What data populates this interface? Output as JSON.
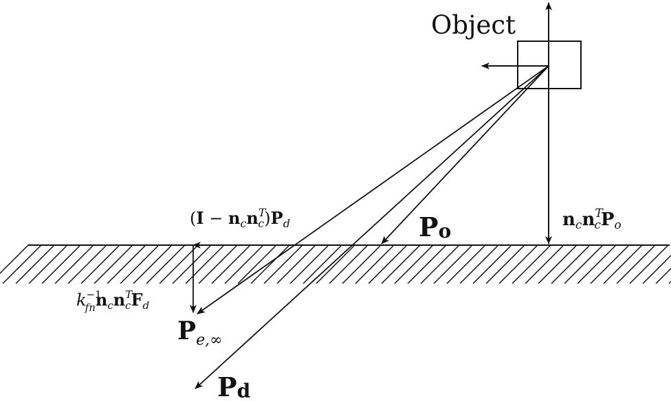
{
  "object_label": "Object",
  "labels": {
    "P_o": {
      "main": "P",
      "sub": "o"
    },
    "P_d": {
      "main": "P",
      "sub": "d"
    },
    "P_e_inf": {
      "main": "P",
      "sub": "e,∞"
    },
    "normal_projection": {
      "n1": "n",
      "s1": "c",
      "n2": "n",
      "s2": "c",
      "sup": "T",
      "p": "P",
      "s3": "o"
    },
    "tangential_projection": {
      "open": "(",
      "I": "I",
      "minus": " − ",
      "n1": "n",
      "s1": "c",
      "n2": "n",
      "s2": "c",
      "sup": "T",
      "close": ")",
      "p": "P",
      "s3": "d"
    },
    "force_term": {
      "k": "k",
      "ksub": "fn",
      "ksup": "−1",
      "n1": "n",
      "s1": "c",
      "n2": "n",
      "s2": "c",
      "sup": "T",
      "f": "F",
      "s3": "d"
    }
  },
  "colors": {
    "line": "#111111",
    "background": "#ffffff"
  }
}
